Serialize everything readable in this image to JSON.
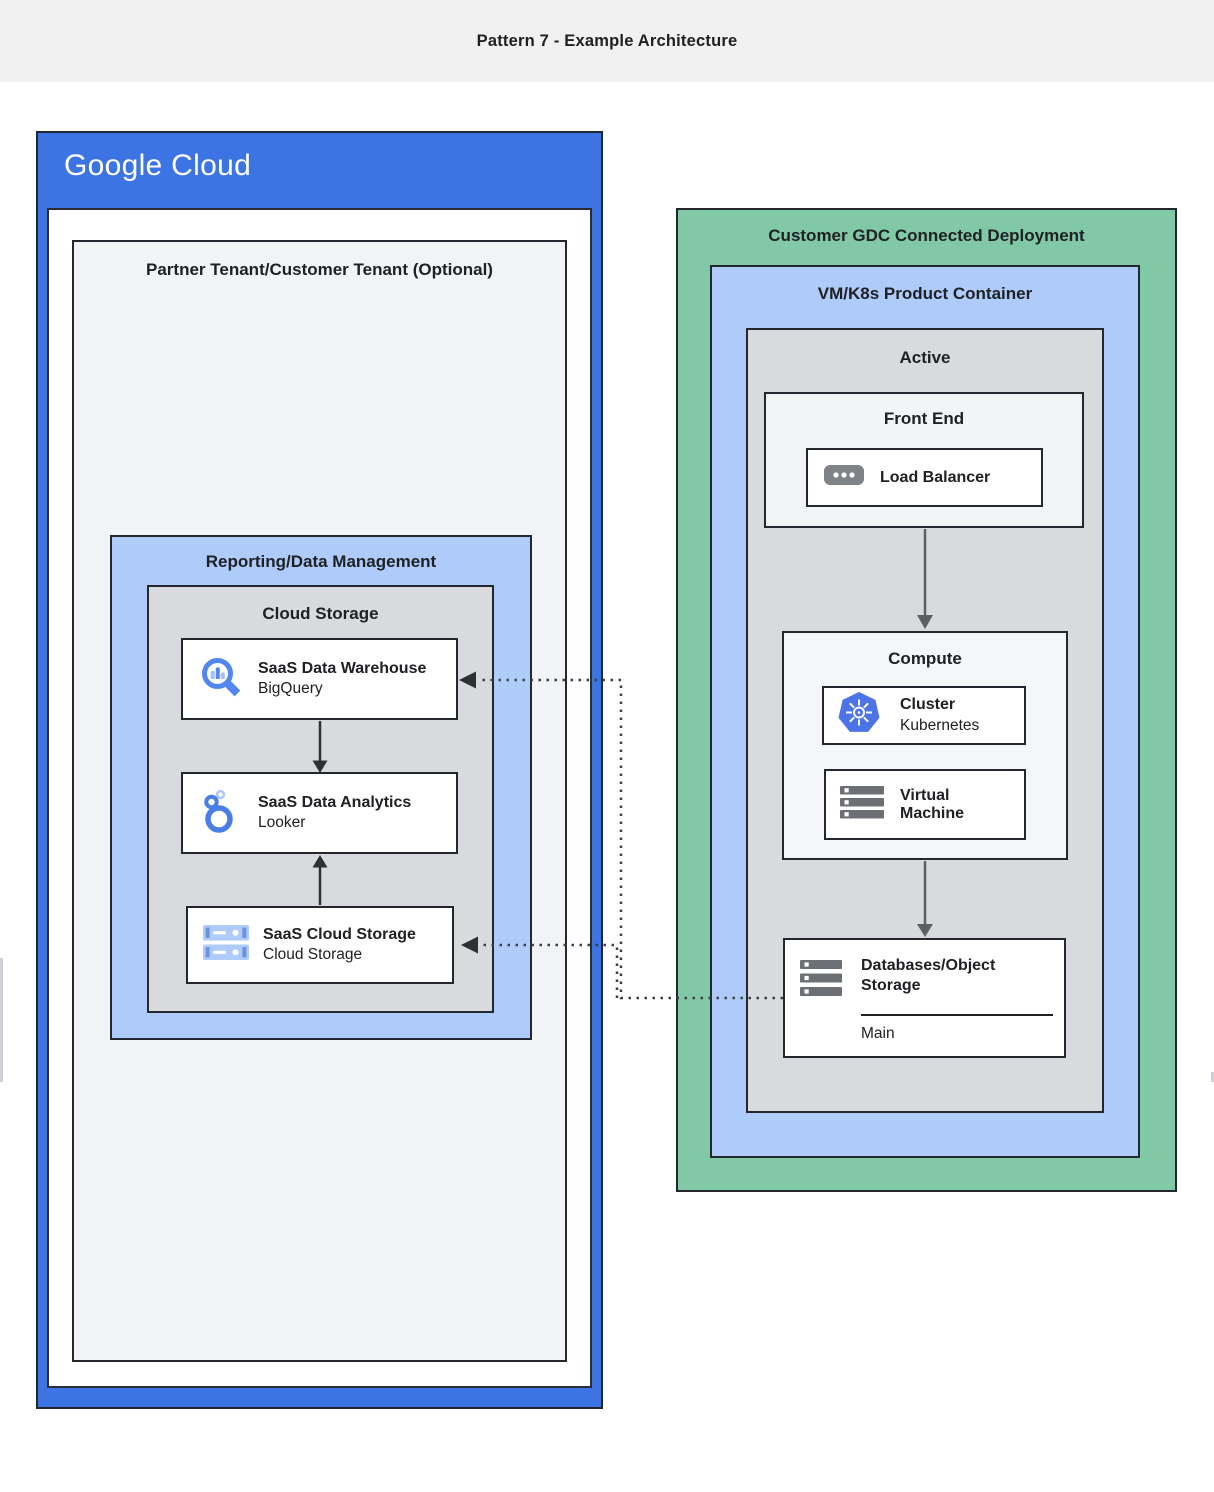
{
  "header": {
    "title": "Pattern 7 - Example Architecture"
  },
  "colors": {
    "google_blue": "#3c74e4",
    "light_blue": "#aecbfa",
    "green": "#81c8a6",
    "inner_gray": "#d8dadd",
    "panel_gray": "#f1f3f4",
    "text": "#202124",
    "arrow_gray": "#5c5f63",
    "arrow_dark": "#2e3033",
    "icon_blue": "#5187ee",
    "kubernetes_blue": "#4c74e6",
    "icon_gray": "#6c7075"
  },
  "google_cloud": {
    "logo": "Google Cloud",
    "partner_tenant": {
      "title": "Partner Tenant/Customer Tenant (Optional)",
      "reporting": {
        "title": "Reporting/Data Management",
        "cloud_storage": {
          "title": "Cloud Storage",
          "data_warehouse": {
            "title": "SaaS Data Warehouse",
            "subtitle": "BigQuery"
          },
          "data_analytics": {
            "title": "SaaS Data Analytics",
            "subtitle": "Looker"
          },
          "saas_cloud_storage": {
            "title": "SaaS Cloud Storage",
            "subtitle": "Cloud Storage"
          }
        }
      }
    }
  },
  "gdc": {
    "title": "Customer GDC Connected Deployment",
    "vm_k8s_container": {
      "title": "VM/K8s Product Container",
      "active": {
        "title": "Active",
        "front_end": {
          "title": "Front End",
          "load_balancer": {
            "label": "Load Balancer"
          }
        },
        "compute": {
          "title": "Compute",
          "cluster": {
            "title": "Cluster",
            "subtitle": "Kubernetes"
          },
          "virtual_machine": {
            "title": "Virtual Machine"
          }
        },
        "databases": {
          "title": "Databases/Object Storage",
          "label": "Main"
        }
      }
    }
  }
}
